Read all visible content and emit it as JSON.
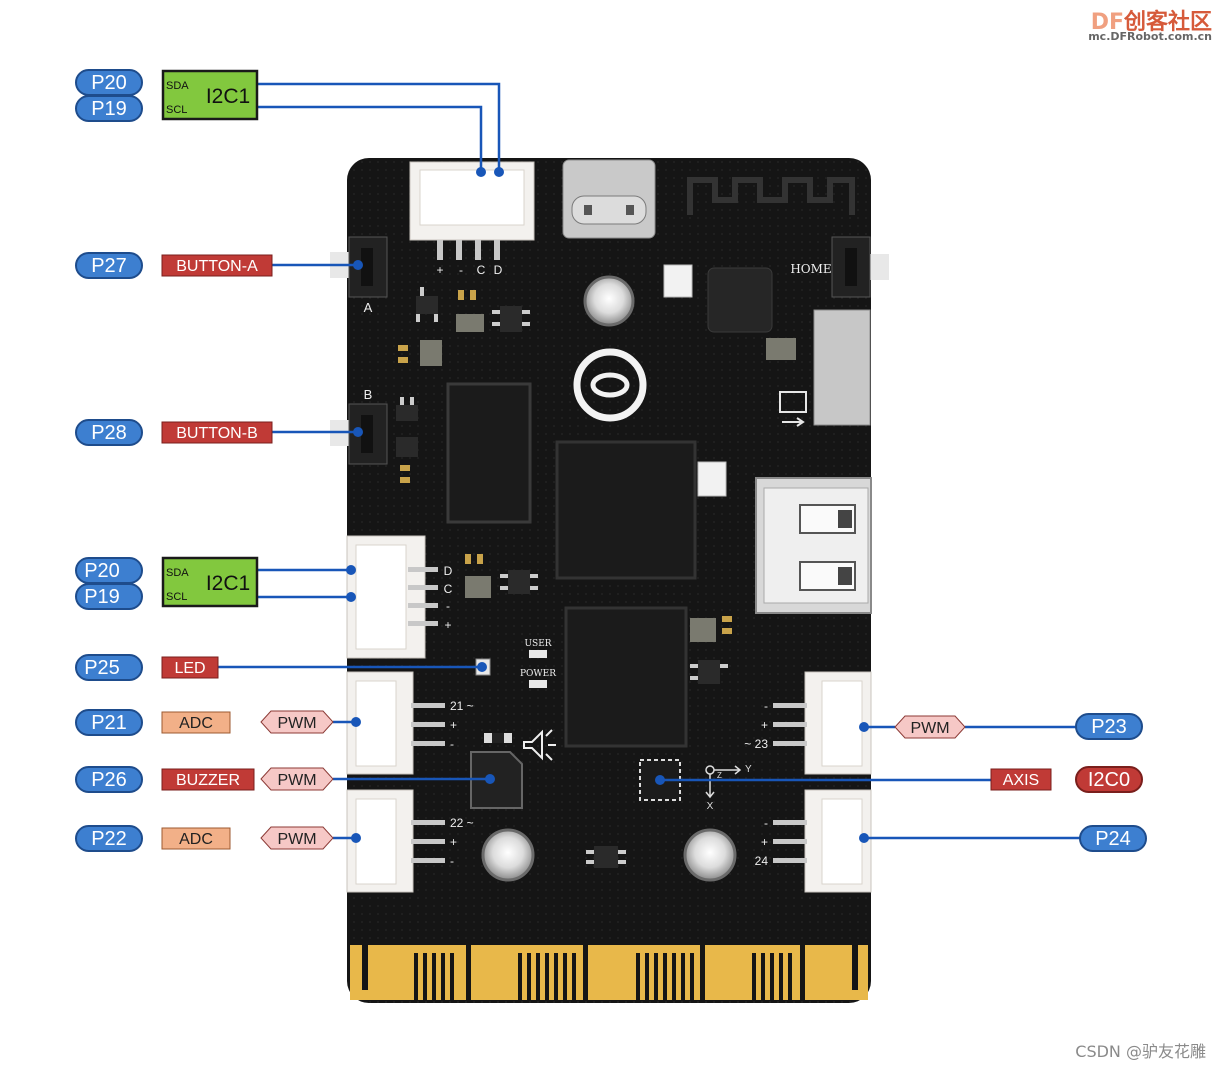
{
  "watermark": {
    "brand_df": "DF",
    "brand_cn": "创客社区",
    "url": "mc.DFRobot.com.cn",
    "footer": "CSDN @驴友花雕"
  },
  "board": {
    "connector_top_labels": [
      "+",
      "-",
      "C",
      "D"
    ],
    "button_a_label": "A",
    "button_b_label": "B",
    "home_label": "HOME",
    "i2c_port_labels": [
      "D",
      "C",
      "-",
      "+"
    ],
    "user_label": "USER",
    "power_label": "POWER",
    "port21_labels": [
      "21 ~",
      "+",
      "-"
    ],
    "port22_labels": [
      "22 ~",
      "+",
      "-"
    ],
    "port23_labels": [
      "-",
      "+",
      "~ 23"
    ],
    "port24_labels": [
      "-",
      "+",
      "24"
    ],
    "axis_y": "Y",
    "axis_x": "X",
    "axis_z": "Z"
  },
  "pins": {
    "top_sda_pin": "P20",
    "top_scl_pin": "P19",
    "top_sda": "SDA",
    "top_scl": "SCL",
    "top_bus": "I2C1",
    "btn_a_pin": "P27",
    "btn_a": "BUTTON-A",
    "btn_b_pin": "P28",
    "btn_b": "BUTTON-B",
    "mid_sda_pin": "P20",
    "mid_scl_pin": "P19",
    "mid_sda": "SDA",
    "mid_scl": "SCL",
    "mid_bus": "I2C1",
    "led_pin": "P25",
    "led": "LED",
    "p21_pin": "P21",
    "p21_adc": "ADC",
    "p21_pwm": "PWM",
    "p26_pin": "P26",
    "p26_buzzer": "BUZZER",
    "p26_pwm": "PWM",
    "p22_pin": "P22",
    "p22_adc": "ADC",
    "p22_pwm": "PWM",
    "p23_pin": "P23",
    "p23_pwm": "PWM",
    "axis_pin": "I2C0",
    "axis": "AXIS",
    "p24_pin": "P24"
  },
  "colors": {
    "pin_fill": "#3d7fd0",
    "pin_stroke": "#1e4c8c",
    "red_fill": "#c03a36",
    "orange_fill": "#f2b088",
    "pink_fill": "#f6c8c6",
    "green_fill": "#82c83e",
    "wire": "#1856b8",
    "board": "#151515"
  }
}
